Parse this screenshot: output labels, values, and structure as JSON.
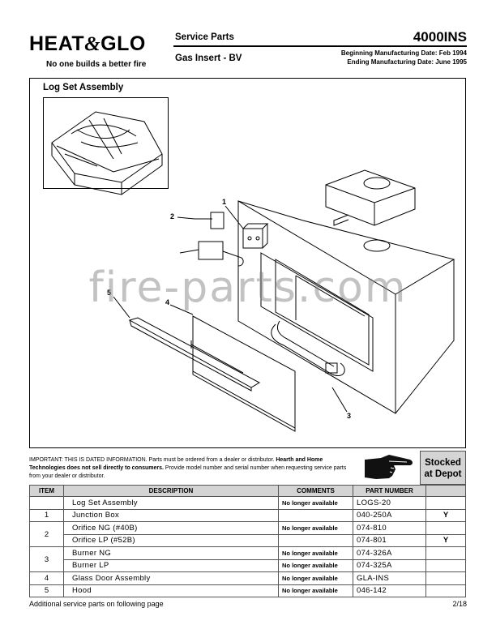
{
  "brand": {
    "logo_left": "HEAT",
    "logo_amp": "&",
    "logo_right": "GLO",
    "tagline": "No one builds a better fire"
  },
  "header": {
    "title": "Service Parts",
    "subtitle": "Gas Insert - BV",
    "model": "4000INS",
    "begin_date": "Beginning Manufacturing Date: Feb 1994",
    "end_date": "Ending Manufacturing Date: June 1995"
  },
  "diagram": {
    "title": "Log Set Assembly",
    "callouts": [
      "1",
      "2",
      "3",
      "4",
      "5"
    ],
    "watermark": "fire-parts.com"
  },
  "notice": {
    "lead": "IMPORTANT: THIS IS DATED INFORMATION. Parts must be ordered from a dealer or distributor. ",
    "bold": "Hearth and Home Technologies does not sell directly to consumers.",
    "tail": " Provide model number and serial number when requesting service parts from your dealer or distributor."
  },
  "stocked_header": {
    "line1": "Stocked",
    "line2": "at Depot"
  },
  "table": {
    "headers": {
      "item": "ITEM",
      "description": "DESCRIPTION",
      "comments": "COMMENTS",
      "part": "PART NUMBER"
    },
    "rows": [
      {
        "item": "",
        "description": "Log Set Assembly",
        "comments": "No longer available",
        "part": "LOGS-20",
        "stocked": ""
      },
      {
        "item": "1",
        "description": "Junction Box",
        "comments": "",
        "part": "040-250A",
        "stocked": "Y"
      },
      {
        "item": "2",
        "description": "Orifice NG (#40B)",
        "comments": "No longer available",
        "part": "074-810",
        "stocked": ""
      },
      {
        "item": "",
        "description": "Orifice LP (#52B)",
        "comments": "",
        "part": "074-801",
        "stocked": "Y"
      },
      {
        "item": "3",
        "description": "Burner NG",
        "comments": "No longer available",
        "part": "074-326A",
        "stocked": ""
      },
      {
        "item": "",
        "description": "Burner LP",
        "comments": "No longer available",
        "part": "074-325A",
        "stocked": ""
      },
      {
        "item": "4",
        "description": "Glass Door Assembly",
        "comments": "No longer available",
        "part": "GLA-INS",
        "stocked": ""
      },
      {
        "item": "5",
        "description": "Hood",
        "comments": "No longer available",
        "part": "046-142",
        "stocked": ""
      }
    ]
  },
  "footer": {
    "note": "Additional service parts on following page",
    "page": "2/18"
  }
}
